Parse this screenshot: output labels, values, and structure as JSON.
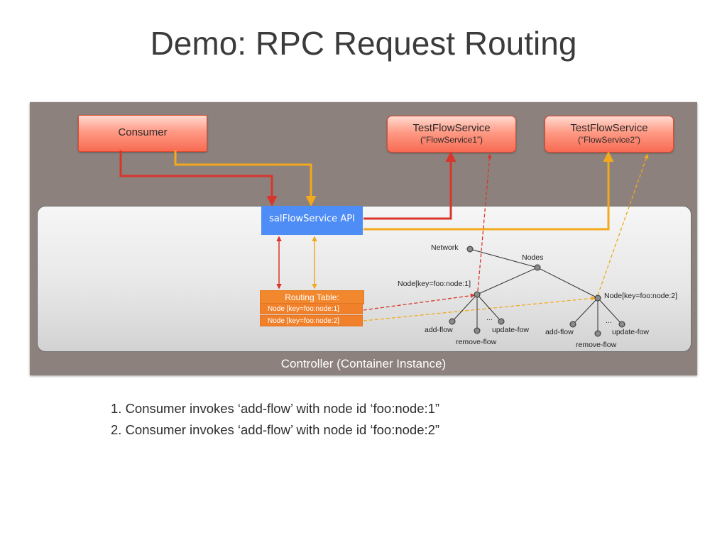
{
  "slide": {
    "title": "Demo: RPC Request Routing"
  },
  "diagram": {
    "consumer_label": "Consumer",
    "services": [
      {
        "name": "TestFlowService",
        "instance": "(“FlowService1”)"
      },
      {
        "name": "TestFlowService",
        "instance": "(“FlowService2”)"
      }
    ],
    "api_label": "salFlowService API",
    "routing_table": {
      "header": "Routing Table:",
      "rows": [
        "Node [key=foo:node:1]",
        "Node [key=foo:node:2]"
      ]
    },
    "tree": {
      "network": "Network",
      "nodes": "Nodes",
      "node1": "Node[key=foo:node:1]",
      "node2": "Node[key=foo:node:2]",
      "children": {
        "add": "add-flow",
        "remove": "remove-flow",
        "update": "update-fow",
        "more": "..."
      }
    },
    "container_label": "Controller (Container Instance)",
    "colors": {
      "red_path": "#d9352b",
      "orange_path": "#f2a91d",
      "api_blue": "#4e8df5",
      "routing_orange": "#f0802a",
      "controller_gray": "#8c817c"
    }
  },
  "steps": [
    "1. Consumer invokes ‘add-flow’ with node id ‘foo:node:1”",
    "2. Consumer invokes ‘add-flow’ with node id ‘foo:node:2”"
  ]
}
